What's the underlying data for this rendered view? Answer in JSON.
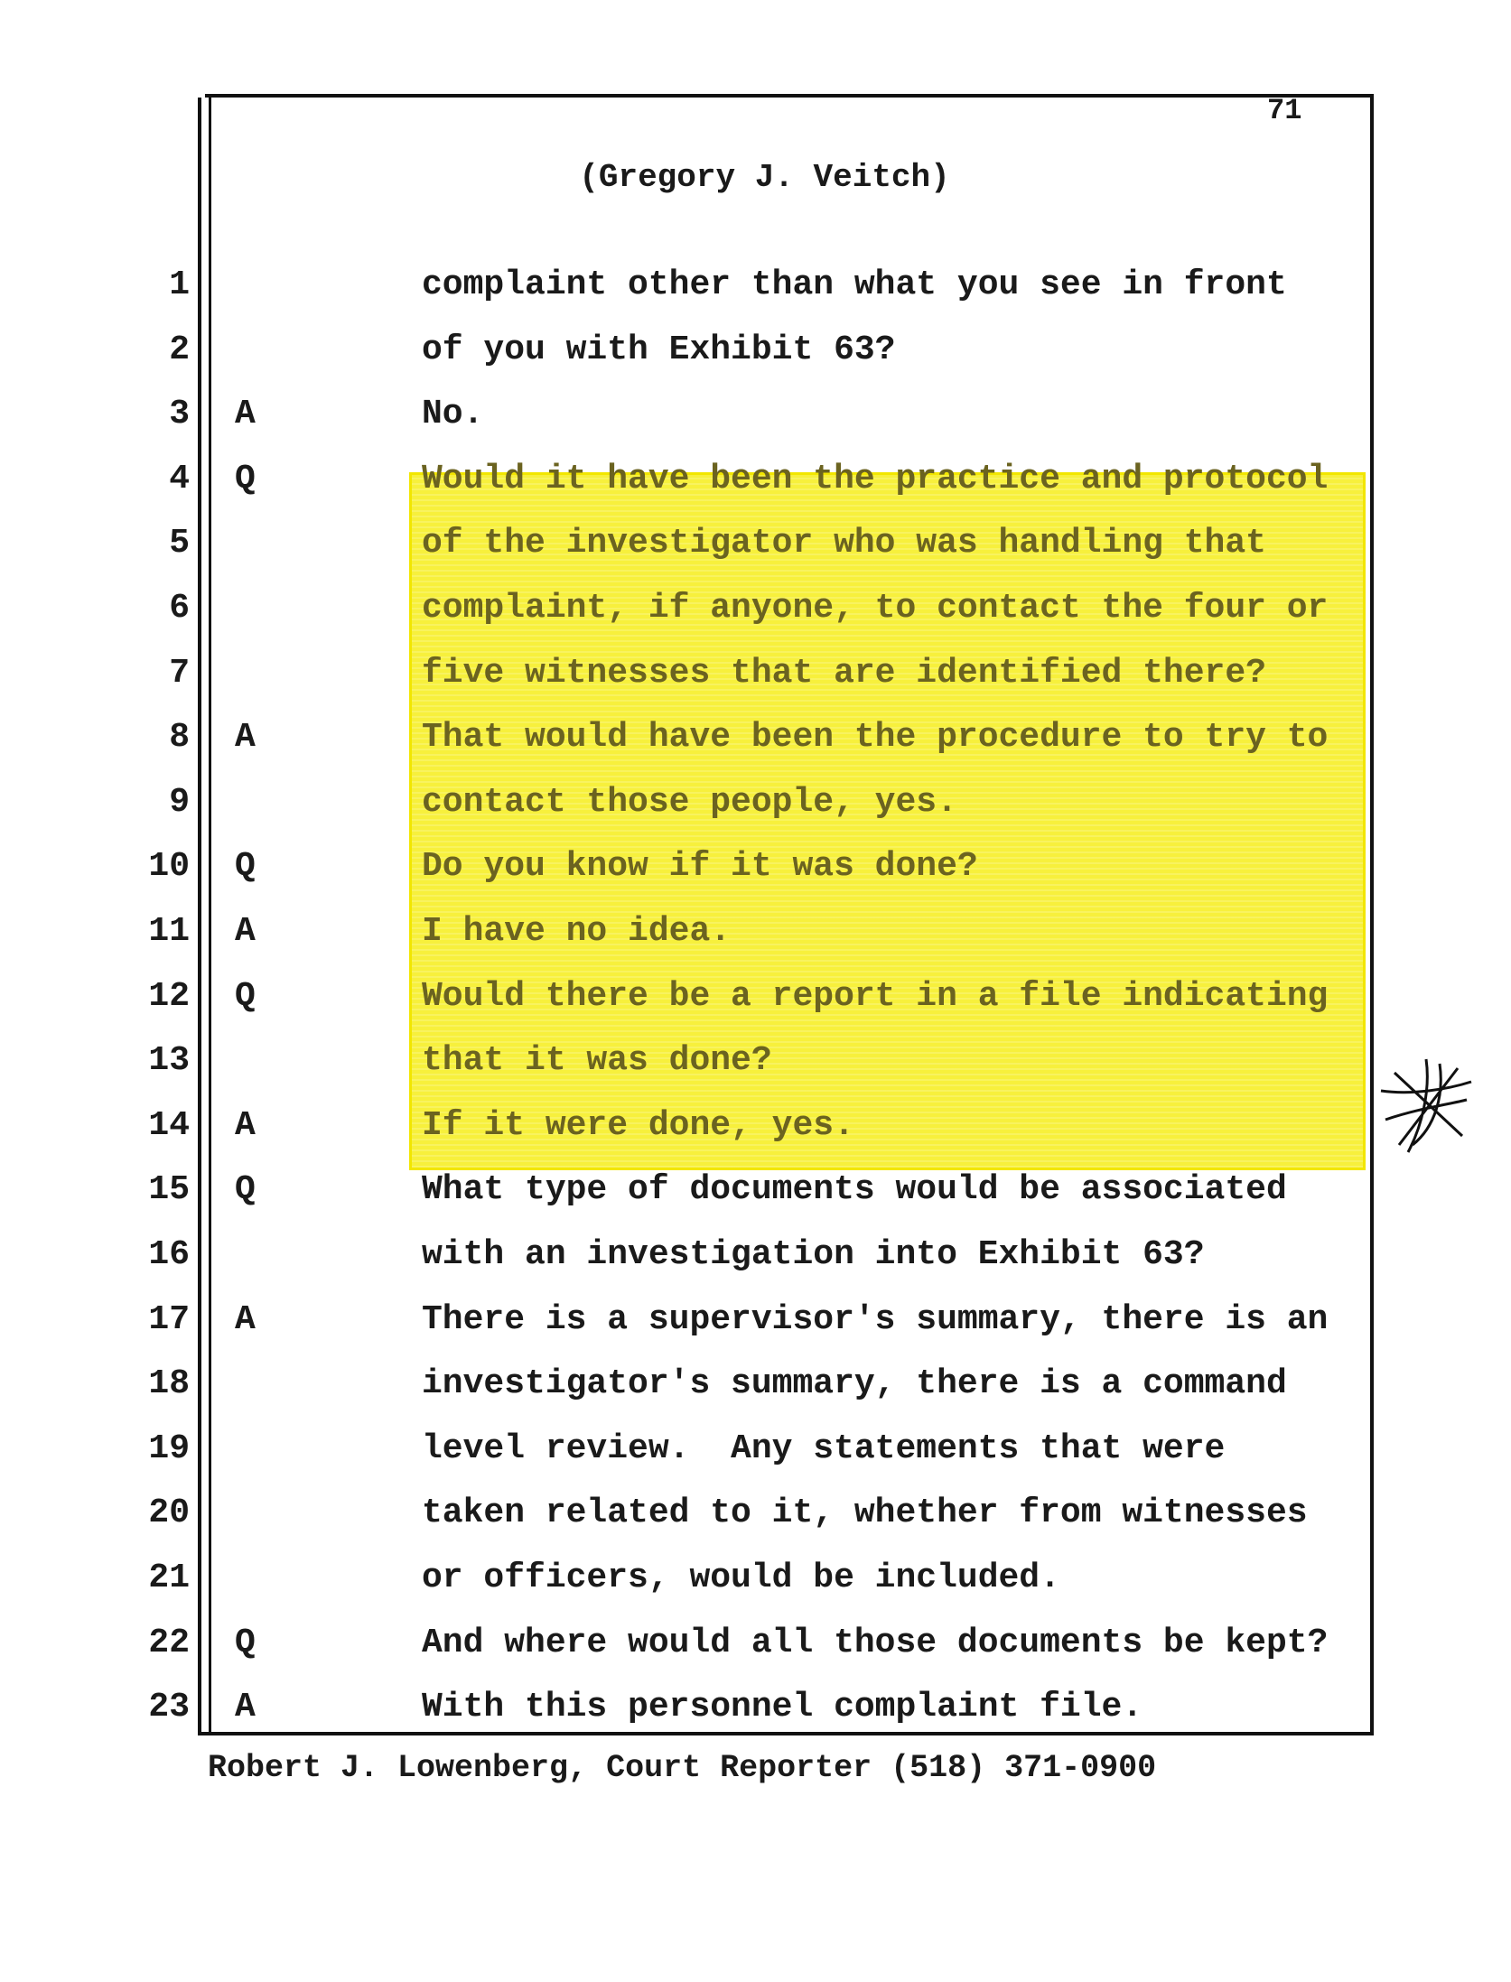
{
  "page_number": "71",
  "header": "(Gregory J. Veitch)",
  "highlight_color": "#f7f03c",
  "lines": [
    {
      "num": "1",
      "speaker": "",
      "text": "complaint other than what you see in front"
    },
    {
      "num": "2",
      "speaker": "",
      "text": "of you with Exhibit 63?"
    },
    {
      "num": "3",
      "speaker": "A",
      "text": "No."
    },
    {
      "num": "4",
      "speaker": "Q",
      "text": "Would it have been the practice and protocol"
    },
    {
      "num": "5",
      "speaker": "",
      "text": "of the investigator who was handling that"
    },
    {
      "num": "6",
      "speaker": "",
      "text": "complaint, if anyone, to contact the four or"
    },
    {
      "num": "7",
      "speaker": "",
      "text": "five witnesses that are identified there?"
    },
    {
      "num": "8",
      "speaker": "A",
      "text": "That would have been the procedure to try to"
    },
    {
      "num": "9",
      "speaker": "",
      "text": "contact those people, yes."
    },
    {
      "num": "10",
      "speaker": "Q",
      "text": "Do you know if it was done?"
    },
    {
      "num": "11",
      "speaker": "A",
      "text": "I have no idea."
    },
    {
      "num": "12",
      "speaker": "Q",
      "text": "Would there be a report in a file indicating"
    },
    {
      "num": "13",
      "speaker": "",
      "text": "that it was done?"
    },
    {
      "num": "14",
      "speaker": "A",
      "text": "If it were done, yes."
    },
    {
      "num": "15",
      "speaker": "Q",
      "text": "What type of documents would be associated"
    },
    {
      "num": "16",
      "speaker": "",
      "text": "with an investigation into Exhibit 63?"
    },
    {
      "num": "17",
      "speaker": "A",
      "text": "There is a supervisor's summary, there is an"
    },
    {
      "num": "18",
      "speaker": "",
      "text": "investigator's summary, there is a command"
    },
    {
      "num": "19",
      "speaker": "",
      "text": "level review.  Any statements that were"
    },
    {
      "num": "20",
      "speaker": "",
      "text": "taken related to it, whether from witnesses"
    },
    {
      "num": "21",
      "speaker": "",
      "text": "or officers, would be included."
    },
    {
      "num": "22",
      "speaker": "Q",
      "text": "And where would all those documents be kept?"
    },
    {
      "num": "23",
      "speaker": "A",
      "text": "With this personnel complaint file."
    }
  ],
  "footer": "Robert J. Lowenberg, Court Reporter (518) 371-0900"
}
